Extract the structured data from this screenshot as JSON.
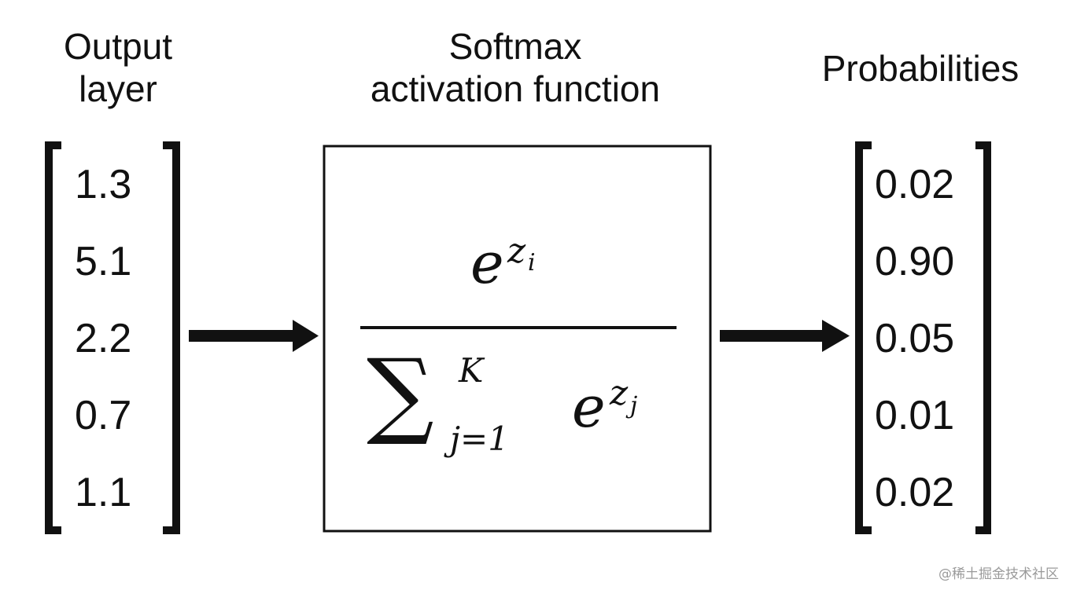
{
  "headings": {
    "input": [
      "Output",
      "layer"
    ],
    "function": [
      "Softmax",
      "activation function"
    ],
    "output": [
      "Probabilities"
    ]
  },
  "input_vector": [
    "1.3",
    "5.1",
    "2.2",
    "0.7",
    "1.1"
  ],
  "output_vector": [
    "0.02",
    "0.90",
    "0.05",
    "0.01",
    "0.02"
  ],
  "formula": {
    "numerator_base": "e",
    "numerator_exponent": "z",
    "numerator_subscript": "i",
    "sum_symbol": "∑",
    "sum_upper": "K",
    "sum_lower": "j=1",
    "denominator_base": "e",
    "denominator_exponent": "z",
    "denominator_subscript": "j"
  },
  "watermark": "@稀土掘金技术社区"
}
